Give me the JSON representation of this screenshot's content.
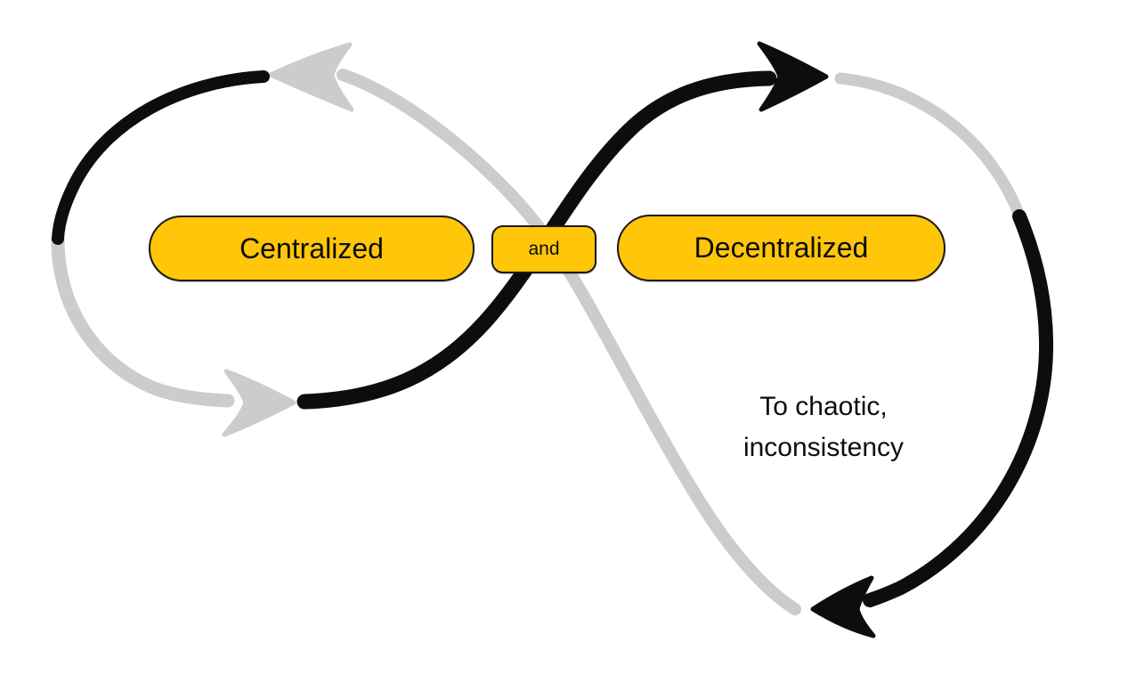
{
  "diagram": {
    "nodes": {
      "left": {
        "label": "Centralized"
      },
      "connector": {
        "label": "and"
      },
      "right": {
        "label": "Decentralized"
      }
    },
    "annotation": {
      "lines": [
        "To chaotic,",
        "inconsistency"
      ]
    },
    "flow": {
      "shape": "infinity-loop",
      "left_loop_direction": "counterclockwise",
      "right_loop_direction": "clockwise"
    },
    "colors": {
      "node_fill": "#ffc60a",
      "node_border": "#1a1a1a",
      "flow_primary": "#0d0d0d",
      "flow_secondary": "#cccccc",
      "background": "#ffffff",
      "text": "#0d0d0d"
    }
  }
}
